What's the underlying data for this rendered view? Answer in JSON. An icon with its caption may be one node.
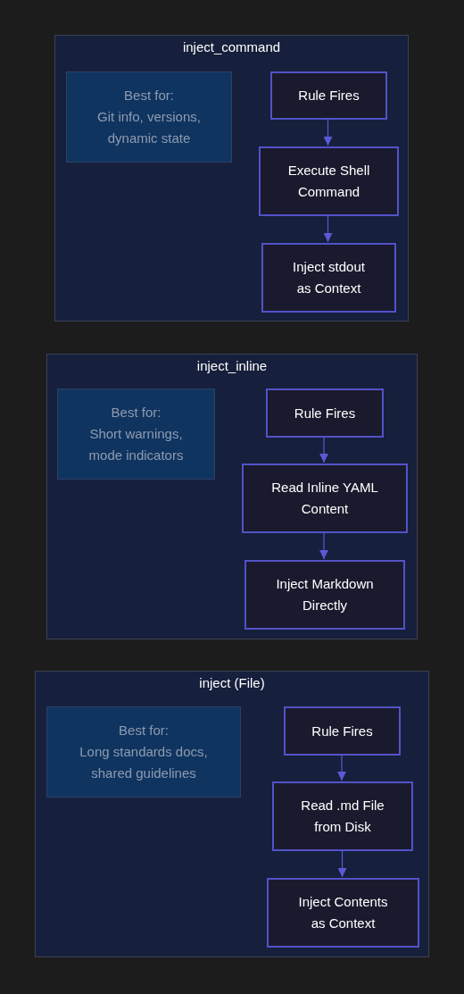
{
  "diagram": {
    "nodes": [
      {
        "text": [
          "inject_command"
        ]
      },
      {
        "text": [
          "Best for:",
          "Git info, versions, dynamic state"
        ],
        "in": 0
      },
      {
        "text": [
          "Rule Fires"
        ],
        "in": 0
      },
      {
        "text": [
          "Execute Shell Command"
        ],
        "in": 0
      },
      {
        "text": [
          "Inject stdout as Context"
        ],
        "in": 0
      },
      {
        "text": [
          "inject_inline"
        ]
      },
      {
        "text": [
          "Best for:",
          "Short warnings, mode indicators"
        ],
        "in": 5
      },
      {
        "text": [
          "Rule Fires"
        ],
        "in": 5
      },
      {
        "text": [
          "Read Inline YAML Content"
        ],
        "in": 5
      },
      {
        "text": [
          "Inject Markdown Directly"
        ],
        "in": 5
      },
      {
        "text": [
          "inject (File)"
        ]
      },
      {
        "text": [
          "Best for:",
          "Long standards docs, shared guidelines"
        ],
        "in": 10
      },
      {
        "text": [
          "Rule Fires"
        ],
        "in": 10
      },
      {
        "text": [
          "Read .md File from Disk"
        ],
        "in": 10
      },
      {
        "text": [
          "Inject Contents as Context"
        ],
        "in": 10
      }
    ],
    "edges": [
      {
        "from": 2,
        "to": 3,
        "arrow": "to"
      },
      {
        "from": 3,
        "to": 4,
        "arrow": "to"
      },
      {
        "from": 7,
        "to": 8,
        "arrow": "to"
      },
      {
        "from": 8,
        "to": 9,
        "arrow": "to"
      },
      {
        "from": 12,
        "to": 13,
        "arrow": "to"
      },
      {
        "from": 13,
        "to": 14,
        "arrow": "to"
      }
    ]
  }
}
